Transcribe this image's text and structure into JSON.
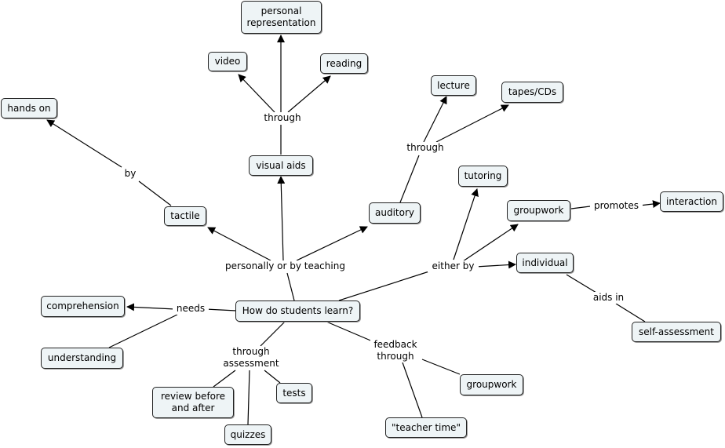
{
  "concept_map": {
    "concepts": {
      "personal_representation": "personal\nrepresentation",
      "video": "video",
      "reading": "reading",
      "hands_on": "hands on",
      "lecture": "lecture",
      "tapes_cds": "tapes/CDs",
      "visual_aids": "visual aids",
      "tutoring": "tutoring",
      "tactile": "tactile",
      "auditory": "auditory",
      "groupwork_top": "groupwork",
      "interaction": "interaction",
      "individual": "individual",
      "comprehension": "comprehension",
      "root": "How do students learn?",
      "self_assessment": "self-assessment",
      "understanding": "understanding",
      "review": "review before\nand after",
      "tests": "tests",
      "groupwork_bottom": "groupwork",
      "quizzes": "quizzes",
      "teacher_time": "\"teacher time\""
    },
    "linking_phrases": {
      "through_visual": "through",
      "by": "by",
      "through_auditory": "through",
      "promotes": "promotes",
      "personally": "personally or by teaching",
      "either_by": "either by",
      "aids_in": "aids in",
      "needs": "needs",
      "through_assessment": "through\nassessment",
      "feedback_through": "feedback\nthrough"
    }
  }
}
